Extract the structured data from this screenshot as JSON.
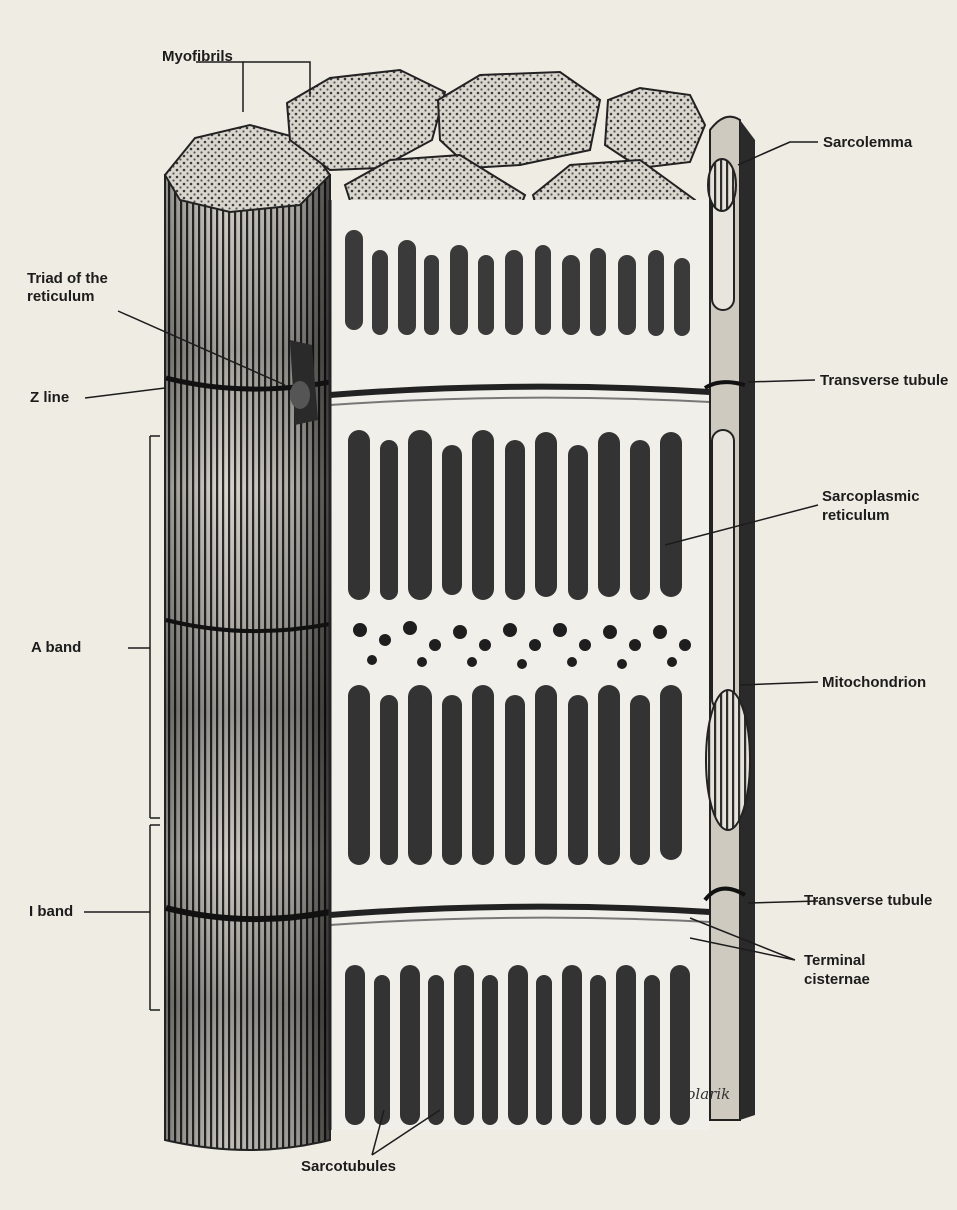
{
  "labels": {
    "myofibrils": "Myofibrils",
    "sarcolemma": "Sarcolemma",
    "triad_line1": "Triad of the",
    "triad_line2": "reticulum",
    "z_line": "Z line",
    "transverse_tubule_upper": "Transverse tubule",
    "sarcoplasmic_line1": "Sarcoplasmic",
    "sarcoplasmic_line2": "reticulum",
    "a_band": "A band",
    "mitochondrion": "Mitochondrion",
    "i_band": "I band",
    "transverse_tubule_lower": "Transverse tubule",
    "terminal_line1": "Terminal",
    "terminal_line2": "cisternae",
    "sarcotubules": "Sarcotubules"
  },
  "signature": "colarik",
  "colors": {
    "background": "#efece4",
    "ink": "#1c1c1c",
    "tissue_light": "#f4f2ec",
    "tissue_dark": "#2a2a2a"
  }
}
